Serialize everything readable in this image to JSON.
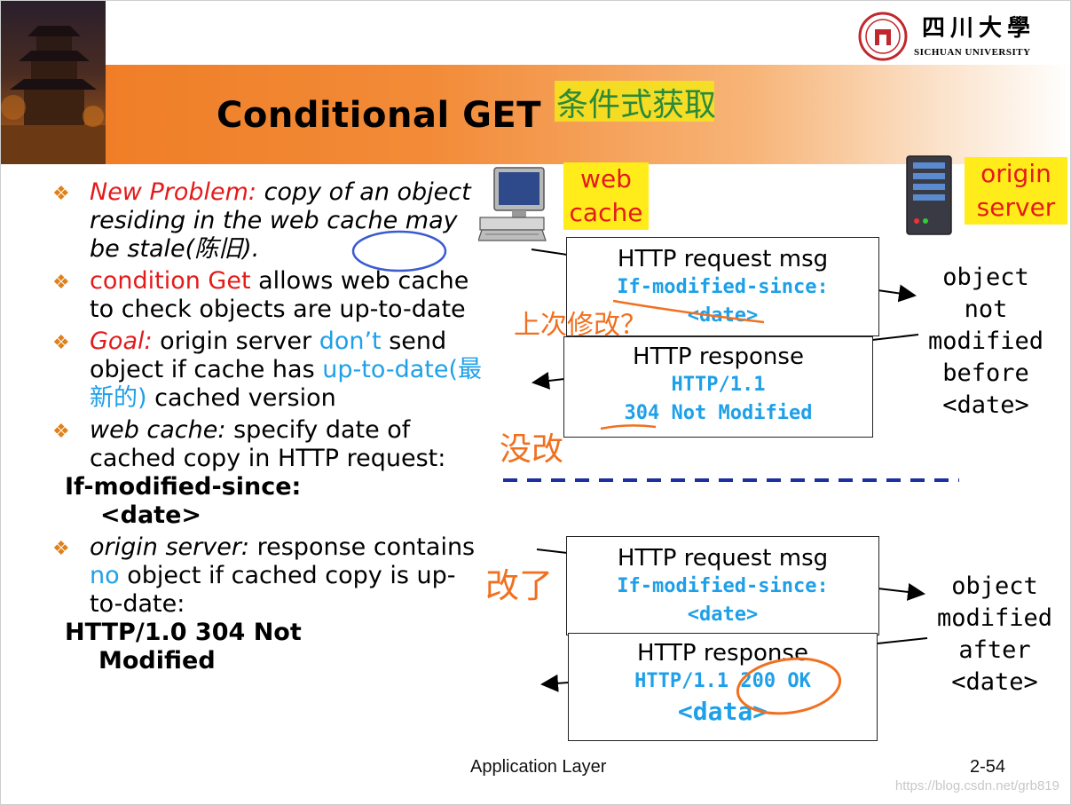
{
  "university": {
    "name_cn": "四川大學",
    "name_en": "SICHUAN UNIVERSITY"
  },
  "slide": {
    "title": "Conditional GET",
    "annotation_title": "条件式获取",
    "page_label": "Application Layer",
    "page_number": "2-54"
  },
  "bullets": [
    {
      "lead": "New Problem:",
      "text": " copy of an object residing in the web cache may be stale(陈旧)."
    },
    {
      "lead": "condition Get",
      "text": " allows web cache to check objects are up-to-date"
    },
    {
      "lead": "Goal:",
      "pre": " origin server ",
      "hl1": "don’t",
      "mid": " send object if cache has ",
      "hl2": "up-to-date(最新的)",
      "post": " cached version"
    },
    {
      "lead": "web cache:",
      "text": " specify date of cached copy in HTTP request:",
      "code1": "If-modified-since:",
      "code2": "<date>"
    },
    {
      "lead": "origin server:",
      "pre": " response contains ",
      "hl1": "no",
      "post": " object if cached copy is up-to-date:",
      "code1": "HTTP/1.0 304 Not",
      "code2": "Modified"
    }
  ],
  "diagram": {
    "cache_label_1": "web",
    "cache_label_2": "cache",
    "server_label_1": "origin",
    "server_label_2": "server",
    "top": {
      "req_title": "HTTP request msg",
      "req_line1": "If-modified-since:",
      "req_line2": "<date>",
      "resp_title": "HTTP response",
      "resp_line1": "HTTP/1.1",
      "resp_line2": "304 Not Modified",
      "note": [
        "object",
        "not",
        "modified",
        "before",
        "<date>"
      ],
      "hw_left": "上次修改？",
      "hw_right": "没改"
    },
    "bottom": {
      "req_title": "HTTP request msg",
      "req_line1": "If-modified-since:",
      "req_line2": "<date>",
      "resp_title": "HTTP response",
      "resp_line1": "HTTP/1.1",
      "resp_line2": "200 OK",
      "resp_line3": "<data>",
      "note": [
        "object",
        "modified",
        "after",
        "<date>"
      ],
      "hw_left": "改了"
    }
  },
  "watermark": "https://blog.csdn.net/grb819"
}
